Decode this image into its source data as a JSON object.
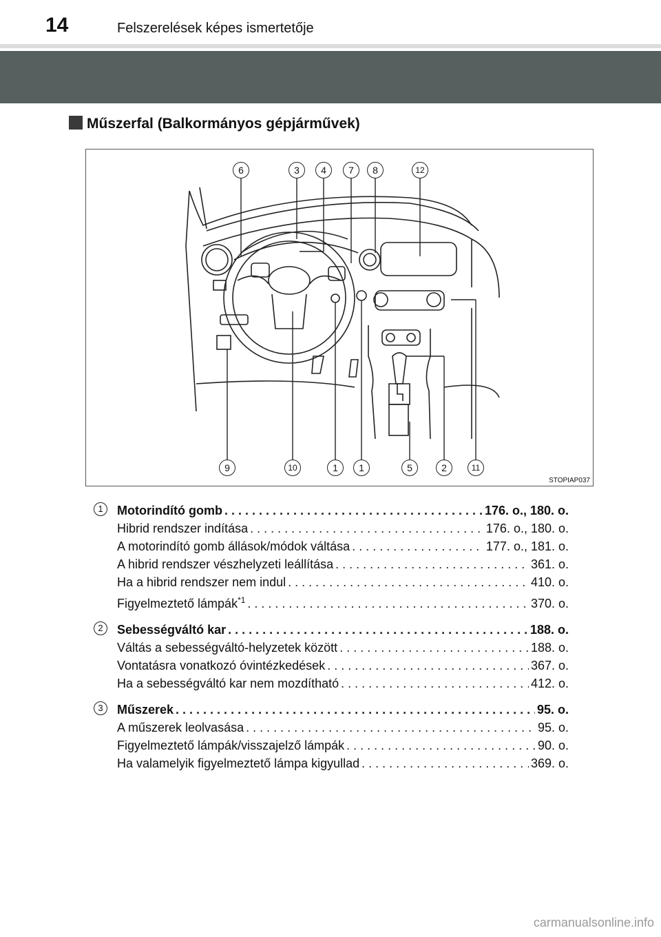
{
  "header": {
    "page_number": "14",
    "title": "Felszerelések képes ismertetője"
  },
  "section": {
    "title": "Műszerfal (Balkormányos gépjárművek)"
  },
  "figure": {
    "code": "STOPIAP037",
    "callouts_top": [
      "6",
      "3",
      "4",
      "7",
      "8",
      "12"
    ],
    "callouts_bottom": [
      "9",
      "10",
      "1",
      "1",
      "5",
      "2",
      "11"
    ]
  },
  "entries": [
    {
      "num": "1",
      "title": "Motorindító gomb",
      "pages": "176. o., 180. o.",
      "items": [
        {
          "label": "Hibrid rendszer indítása",
          "pages": "176. o., 180. o."
        },
        {
          "label": "A motorindító gomb állások/módok váltása",
          "pages": "177. o., 181. o."
        },
        {
          "label": "A hibrid rendszer vészhelyzeti leállítása",
          "pages": "361. o."
        },
        {
          "label": "Ha a hibrid rendszer nem indul",
          "pages": "410. o."
        },
        {
          "label": "Figyelmeztető lámpák",
          "sup": "*1",
          "pages": "370. o."
        }
      ]
    },
    {
      "num": "2",
      "title": "Sebességváltó kar",
      "pages": "188. o.",
      "items": [
        {
          "label": "Váltás a sebességváltó-helyzetek között",
          "pages": "188. o."
        },
        {
          "label": "Vontatásra vonatkozó óvintézkedések",
          "pages": "367. o."
        },
        {
          "label": "Ha a sebességváltó kar nem mozdítható",
          "pages": "412. o."
        }
      ]
    },
    {
      "num": "3",
      "title": "Műszerek",
      "pages": "95. o.",
      "items": [
        {
          "label": "A műszerek leolvasása",
          "pages": "95. o."
        },
        {
          "label": "Figyelmeztető lámpák/visszajelző lámpák",
          "pages": "90. o."
        },
        {
          "label": "Ha valamelyik figyelmeztető lámpa kigyullad",
          "pages": "369. o."
        }
      ]
    }
  ],
  "watermark": "carmanualsonline.info"
}
